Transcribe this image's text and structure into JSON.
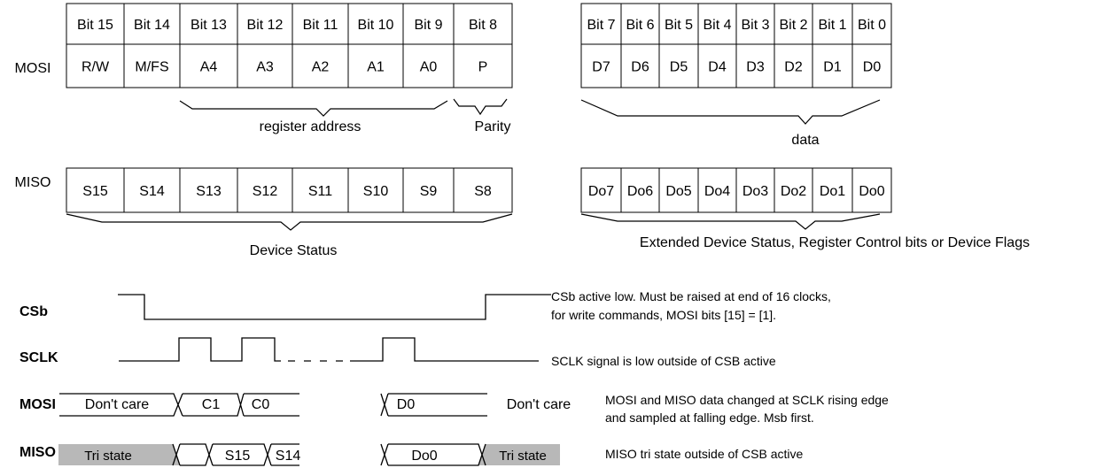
{
  "frame_labels": {
    "mosi": "MOSI",
    "miso": "MISO"
  },
  "bit_headers": [
    "Bit 15",
    "Bit 14",
    "Bit 13",
    "Bit 12",
    "Bit 11",
    "Bit 10",
    "Bit 9",
    "Bit 8",
    "Bit 7",
    "Bit 6",
    "Bit 5",
    "Bit 4",
    "Bit 3",
    "Bit 2",
    "Bit 1",
    "Bit 0"
  ],
  "mosi_bits": [
    "R/W",
    "M/FS",
    "A4",
    "A3",
    "A2",
    "A1",
    "A0",
    "P",
    "D7",
    "D6",
    "D5",
    "D4",
    "D3",
    "D2",
    "D1",
    "D0"
  ],
  "miso_bits": [
    "S15",
    "S14",
    "S13",
    "S12",
    "S11",
    "S10",
    "S9",
    "S8",
    "Do7",
    "Do6",
    "Do5",
    "Do4",
    "Do3",
    "Do2",
    "Do1",
    "Do0"
  ],
  "braces": {
    "register_address": "register address",
    "parity": "Parity",
    "data": "data",
    "device_status": "Device Status",
    "extended_status": "Extended Device Status, Register Control bits or Device Flags"
  },
  "timing": {
    "signals": {
      "csb": "CSb",
      "sclk": "SCLK",
      "mosi": "MOSI",
      "miso": "MISO"
    },
    "mosi_fields": {
      "pre": "Don't care",
      "c1": "C1",
      "c0": "C0",
      "d0": "D0",
      "post": "Don't care"
    },
    "miso_fields": {
      "pre": "Tri state",
      "s15": "S15",
      "s14": "S14",
      "do0": "Do0",
      "post": "Tri state"
    },
    "tristate_fill": "#b8b8b8"
  },
  "notes": {
    "csb_line1": "CSb active low. Must be raised at end of 16 clocks,",
    "csb_line2": "for write commands, MOSI bits [15] = [1].",
    "sclk": "SCLK signal is low outside of CSB active",
    "mosi_line1": "MOSI and MISO data changed at SCLK rising edge",
    "mosi_line2": "and sampled at falling edge. Msb first.",
    "miso": "MISO tri state outside of CSB active"
  }
}
